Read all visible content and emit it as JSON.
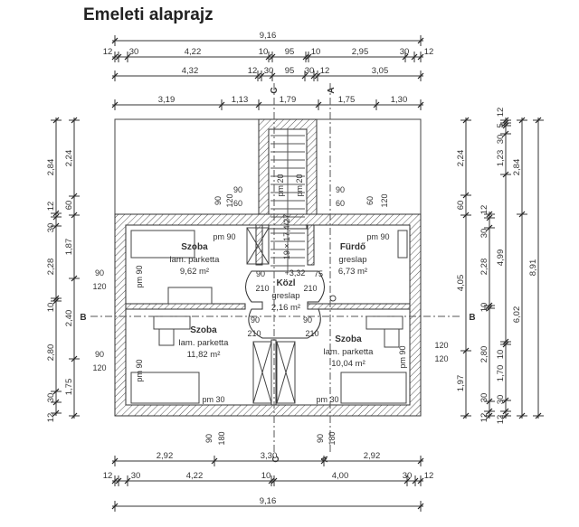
{
  "title": "Emeleti alaprajz",
  "dims": {
    "top1": [
      "9,16"
    ],
    "top2": [
      "12",
      "30",
      "4,22",
      "10",
      "95",
      "10",
      "2,95",
      "30",
      "12"
    ],
    "top3": [
      "4,32",
      "12",
      "30",
      "95",
      "30",
      "12",
      "3,05"
    ],
    "top4": [
      "3,19",
      "1,13",
      "1,79",
      "1,75",
      "1,30"
    ],
    "bottom1": [
      "2,92",
      "3,30",
      "2,92"
    ],
    "bottom2": [
      "12",
      "30",
      "4,22",
      "10",
      "4,00",
      "30",
      "12"
    ],
    "bottom3": [
      "9,16"
    ],
    "left1": [
      "2,84",
      "12",
      "30",
      "2,28",
      "10",
      "2,80",
      "30",
      "12"
    ],
    "left2": [
      "2,24",
      "60",
      "1,87",
      "2,40",
      "1,75"
    ],
    "right1": [
      "2,24",
      "60",
      "4,05",
      "1,97"
    ],
    "right2": [
      "12",
      "30",
      "2,28",
      "10",
      "2,80",
      "30",
      "12"
    ],
    "right3": [
      "12",
      "5",
      "30",
      "1,23",
      "4,99",
      "10",
      "1,70",
      "30",
      "12"
    ],
    "right4": [
      "2,84",
      "6,02"
    ],
    "right5": [
      "8,91"
    ]
  },
  "rooms": [
    {
      "name": "Szoba",
      "floor": "lam. parketta",
      "area": "9,62 m²"
    },
    {
      "name": "Fürdő",
      "floor": "greslap",
      "area": "6,73 m²"
    },
    {
      "name": "Közl",
      "floor": "greslap",
      "area": "2,16 m²"
    },
    {
      "name": "Szoba",
      "floor": "lam. parketta",
      "area": "11,82 m²"
    },
    {
      "name": "Szoba",
      "floor": "lam. parketta",
      "area": "10,04 m²"
    }
  ],
  "openings": {
    "window_top_left": [
      "pm 90",
      "90",
      "120",
      "90",
      "60"
    ],
    "window_top_right": [
      "pm 90",
      "60",
      "120",
      "90",
      "60"
    ],
    "window_left_upper": [
      "pm 90",
      "90",
      "120"
    ],
    "window_left_lower": [
      "pm 90",
      "90",
      "120"
    ],
    "window_right_lower": [
      "pm 90",
      "120",
      "120"
    ],
    "window_bottom_left": [
      "pm 30",
      "90",
      "180"
    ],
    "window_bottom_right": [
      "pm 30",
      "90",
      "180"
    ],
    "stair_windows": [
      "pm 20",
      "pm 20"
    ],
    "doors": [
      [
        "90",
        "210"
      ],
      [
        "75",
        "210"
      ],
      [
        "90",
        "210"
      ],
      [
        "90",
        "210"
      ]
    ]
  },
  "stair": {
    "label": "19 × 17,4/27",
    "level": "+3,32"
  },
  "sections": {
    "a": "A",
    "b": "B",
    "c": "C"
  }
}
